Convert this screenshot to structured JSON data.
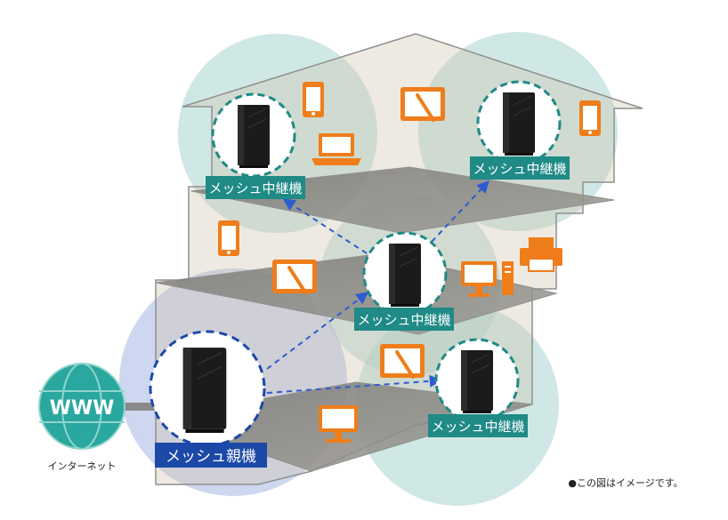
{
  "colors": {
    "teal": "#1f8a86",
    "navy": "#1c49a8",
    "device_orange": "#ef7d1a",
    "link_blue": "#2f5bd0",
    "coverage_teal": "#a9d6d0",
    "coverage_blue": "#aebde6",
    "house_beige": "#cdbfa9"
  },
  "internet": {
    "globe_text": "WWW",
    "label": "インターネット",
    "icon": "globe-icon"
  },
  "parent_router": {
    "label": "メッシュ親機",
    "icon": "router-icon"
  },
  "repeaters": [
    {
      "id": "top-left",
      "label": "メッシュ中継機",
      "icon": "router-icon"
    },
    {
      "id": "top-right",
      "label": "メッシュ中継機",
      "icon": "router-icon"
    },
    {
      "id": "middle",
      "label": "メッシュ中継機",
      "icon": "router-icon"
    },
    {
      "id": "bottom-right",
      "label": "メッシュ中継機",
      "icon": "router-icon"
    }
  ],
  "devices": [
    "smartphone-icon",
    "tablet-icon",
    "laptop-icon",
    "desktop-pc-icon",
    "printer-icon",
    "monitor-icon"
  ],
  "caption": "●この図はイメージです。"
}
